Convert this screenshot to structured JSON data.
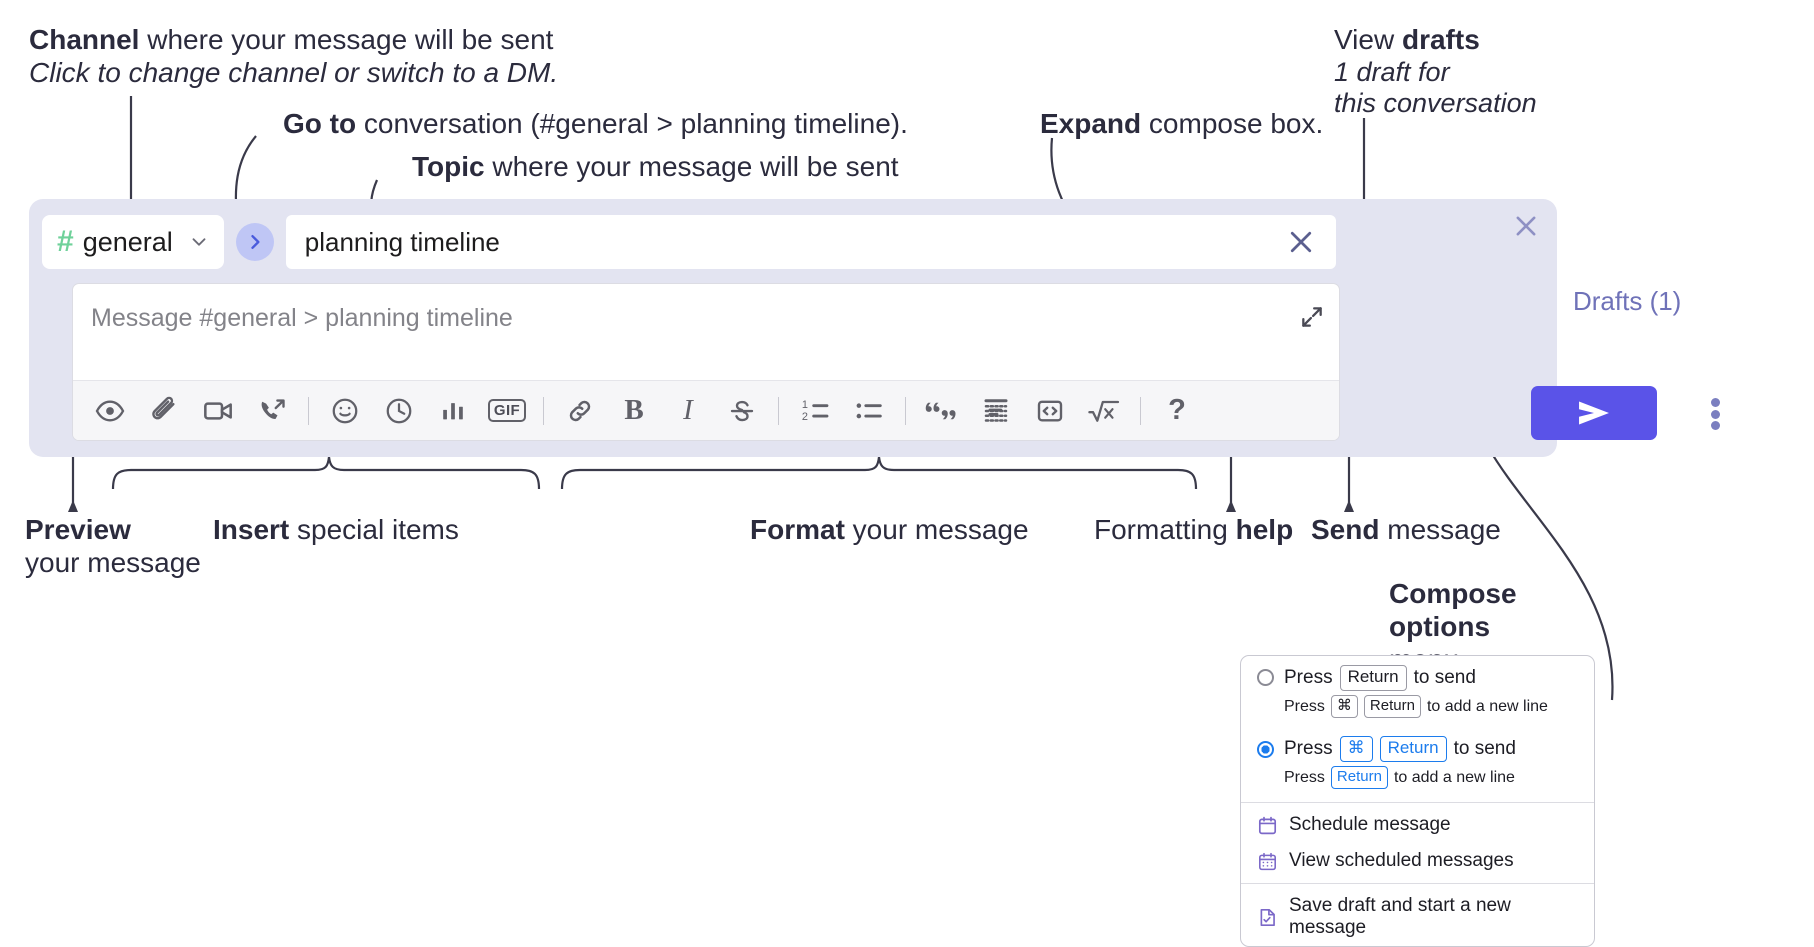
{
  "annotations": {
    "channel": {
      "bold": "Channel",
      "rest": " where your message will be sent",
      "sub": "Click to change channel or switch to a DM."
    },
    "goto": {
      "bold": "Go to",
      "rest": " conversation (#general > planning timeline)."
    },
    "topic": {
      "bold": "Topic",
      "rest": " where your message will be sent"
    },
    "expand": {
      "bold": "Expand",
      "rest": " compose box."
    },
    "drafts": {
      "pre": "View ",
      "bold": "drafts",
      "sub1": "1 draft for",
      "sub2": "this conversation"
    },
    "preview": {
      "bold": "Preview",
      "line2": "your message"
    },
    "insert": {
      "bold": "Insert",
      "rest": " special items"
    },
    "format": {
      "bold": "Format",
      "rest": " your message"
    },
    "formatting_help": {
      "pre": "Formatting ",
      "bold": "help"
    },
    "send": {
      "bold": "Send",
      "rest": " message"
    },
    "compose_options": {
      "line1": "Compose",
      "line2": "options",
      "line3": "menu"
    }
  },
  "compose": {
    "channel_name": "general",
    "hash_symbol": "#",
    "topic_value": "planning timeline",
    "message_placeholder": "Message #general > planning timeline",
    "drafts_label": "Drafts (1)",
    "toolbar": [
      {
        "name": "preview-icon",
        "title": "Preview"
      },
      {
        "name": "attachment-icon",
        "title": "Attach file"
      },
      {
        "name": "video-icon",
        "title": "Record video clip"
      },
      {
        "name": "audio-call-icon",
        "title": "Record audio clip"
      },
      {
        "name": "separator",
        "title": ""
      },
      {
        "name": "emoji-icon",
        "title": "Emoji"
      },
      {
        "name": "schedule-clock-icon",
        "title": "Schedule"
      },
      {
        "name": "poll-icon",
        "title": "Poll"
      },
      {
        "name": "gif-icon",
        "title": "GIF",
        "label": "GIF"
      },
      {
        "name": "separator",
        "title": ""
      },
      {
        "name": "link-icon",
        "title": "Link"
      },
      {
        "name": "bold-icon",
        "title": "Bold",
        "label": "B"
      },
      {
        "name": "italic-icon",
        "title": "Italic",
        "label": "I"
      },
      {
        "name": "strikethrough-icon",
        "title": "Strikethrough"
      },
      {
        "name": "separator",
        "title": ""
      },
      {
        "name": "ordered-list-icon",
        "title": "Ordered list"
      },
      {
        "name": "bulleted-list-icon",
        "title": "Bulleted list"
      },
      {
        "name": "separator",
        "title": ""
      },
      {
        "name": "blockquote-icon",
        "title": "Blockquote"
      },
      {
        "name": "code-block-icon",
        "title": "Code block"
      },
      {
        "name": "inline-code-icon",
        "title": "Code"
      },
      {
        "name": "math-icon",
        "title": "Math"
      },
      {
        "name": "separator",
        "title": ""
      },
      {
        "name": "help-icon",
        "title": "Formatting help",
        "label": "?"
      }
    ]
  },
  "options_menu": {
    "send_options": [
      {
        "selected": false,
        "main_pre": "Press",
        "main_keys": [
          "Return"
        ],
        "main_post": "to send",
        "sub_pre": "Press",
        "sub_keys": [
          "⌘",
          "Return"
        ],
        "sub_post": "to add a new line"
      },
      {
        "selected": true,
        "main_pre": "Press",
        "main_keys": [
          "⌘",
          "Return"
        ],
        "main_post": "to send",
        "sub_pre": "Press",
        "sub_keys": [
          "Return"
        ],
        "sub_post": "to add a new line"
      }
    ],
    "items": [
      {
        "icon": "calendar-schedule-icon",
        "label": "Schedule message"
      },
      {
        "icon": "calendar-grid-icon",
        "label": "View scheduled messages"
      },
      {
        "icon": "save-draft-icon",
        "label": "Save draft and start a new message",
        "divider_before": true
      }
    ]
  },
  "colors": {
    "panel_bg": "#e3e4f1",
    "send_button": "#5a53e8",
    "hash_green": "#6fd19a",
    "drafts_text": "#6f72b8",
    "go_circle": "#bfc6f5",
    "radio_blue": "#1c7ced"
  }
}
